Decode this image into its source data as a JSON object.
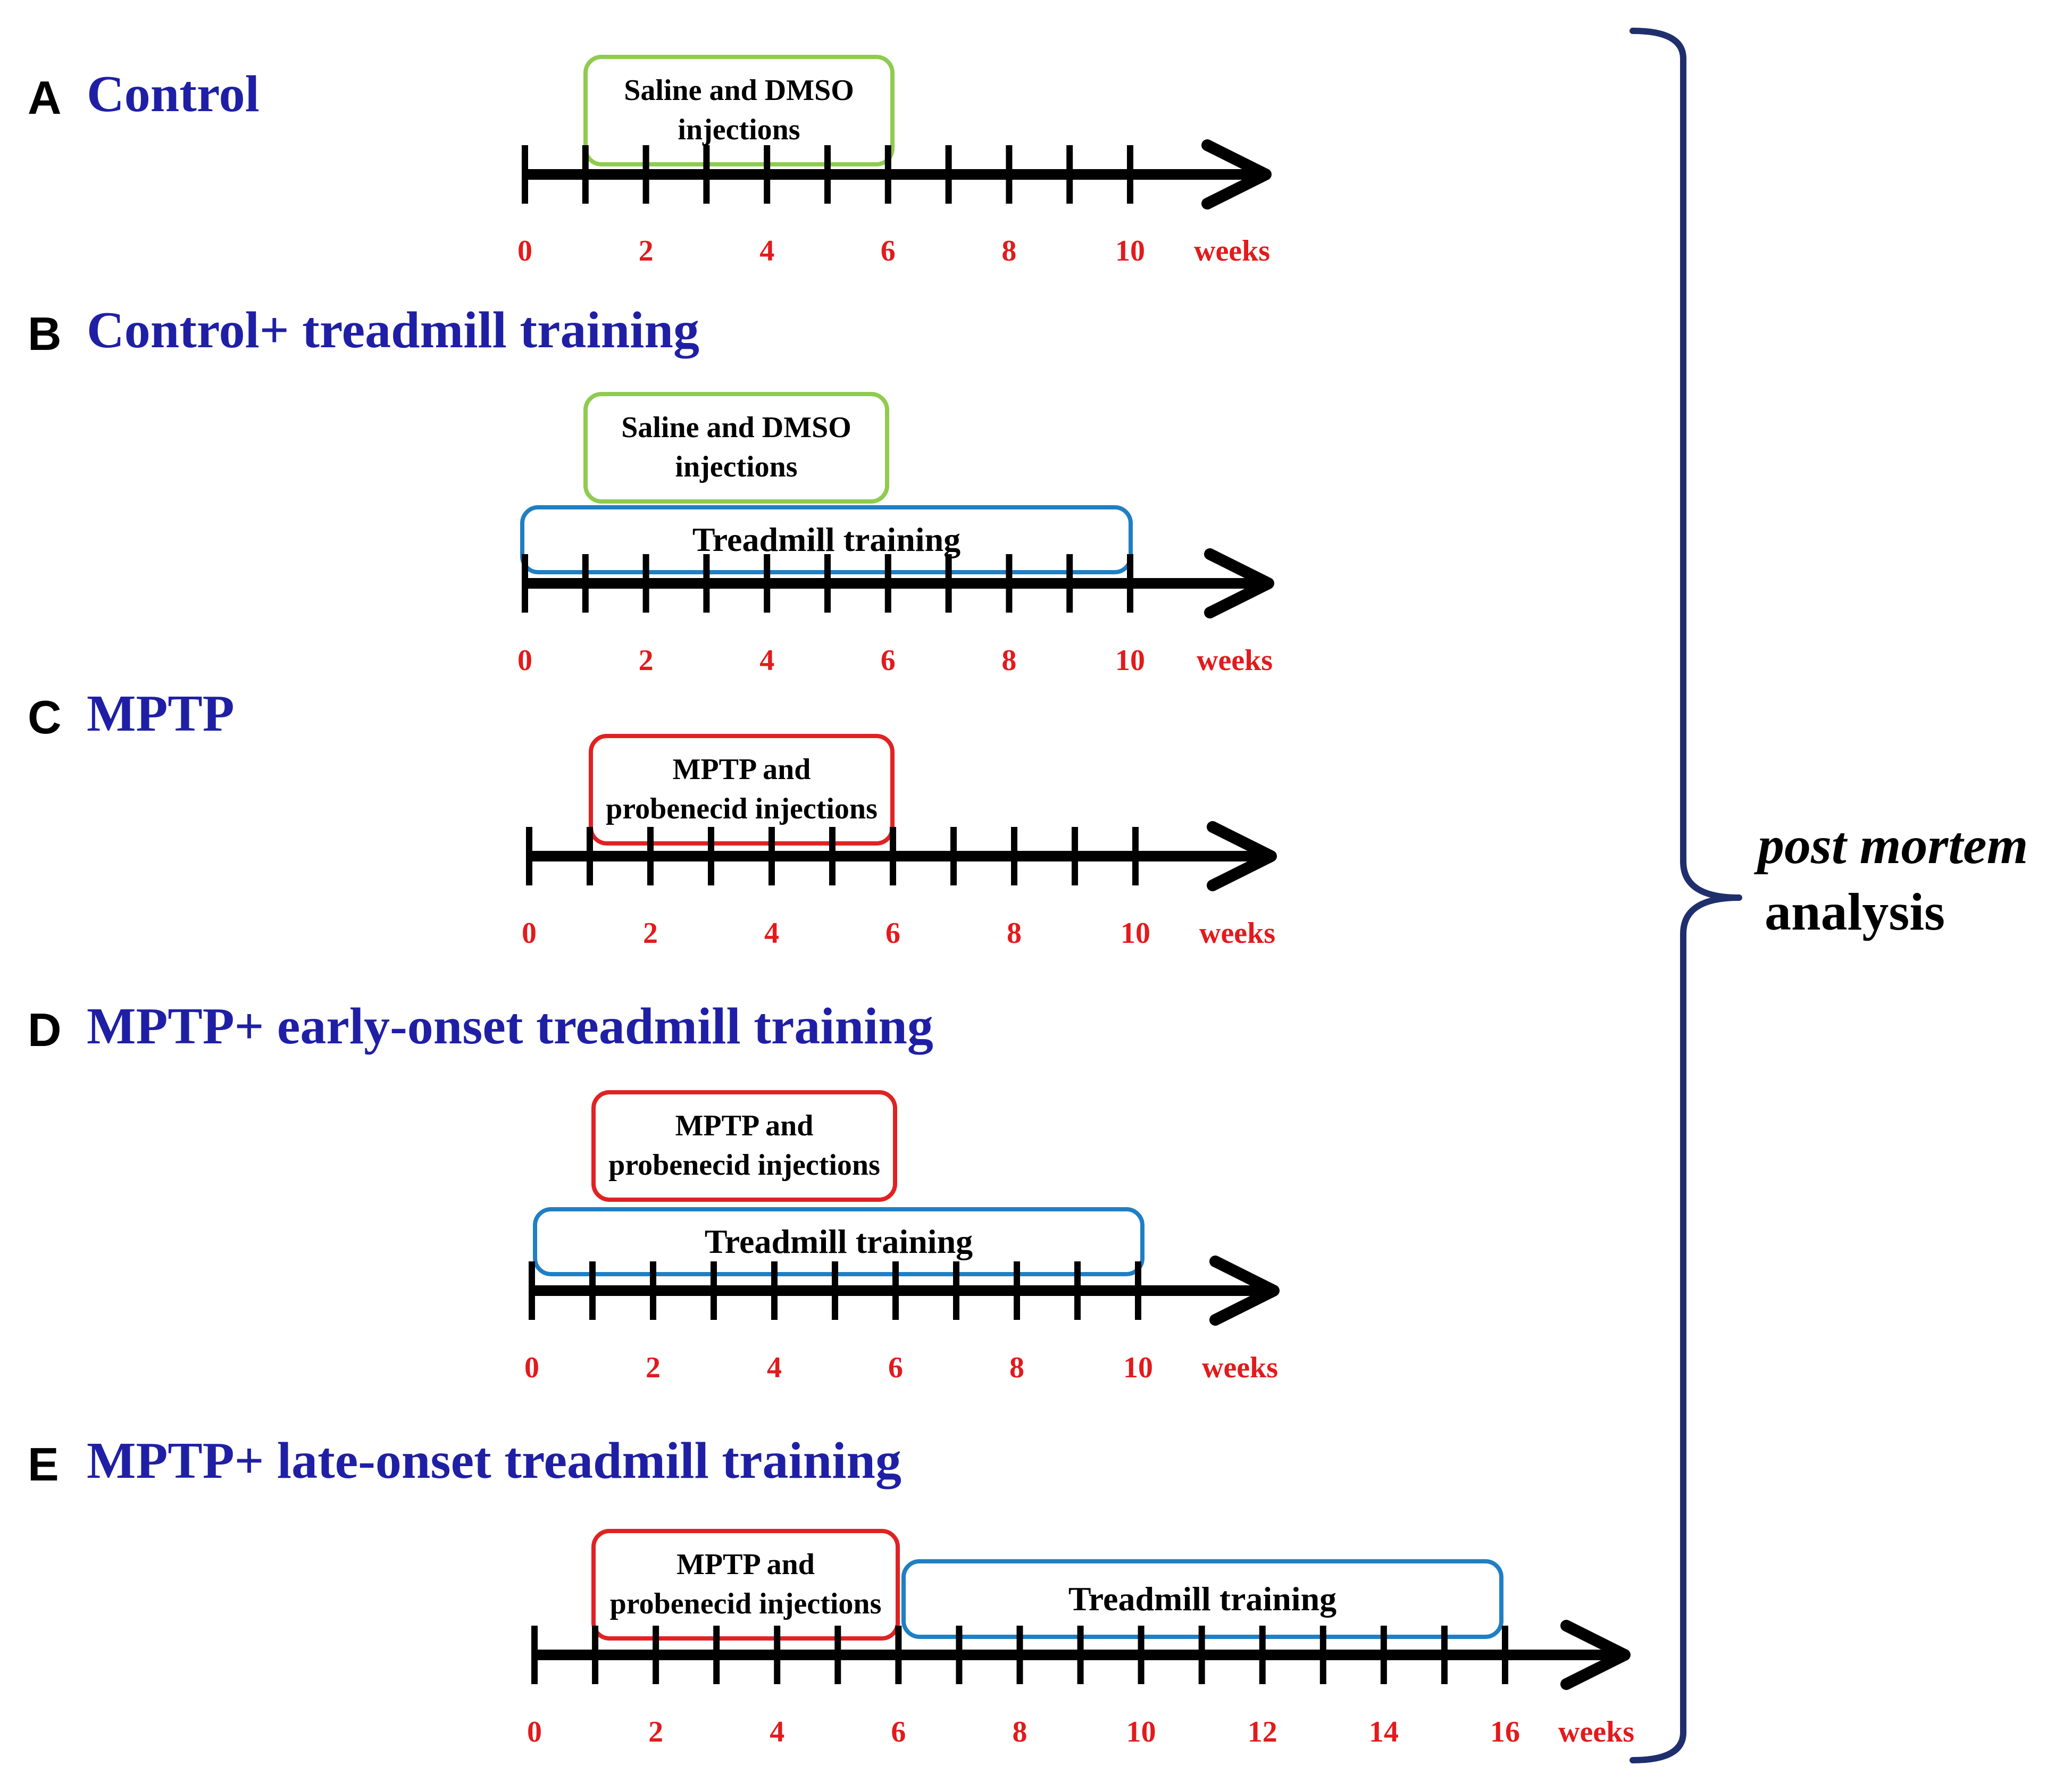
{
  "colors": {
    "title": "#1f1fa6",
    "tick_label": "#e31a1c",
    "injection_saline": "#8fcb4f",
    "injection_mptp": "#e02222",
    "treadmill": "#1f7fc4",
    "bracket": "#1f2f6e"
  },
  "panels": [
    {
      "letter": "A",
      "title": "Control",
      "boxes": [
        {
          "kind": "injection",
          "color": "green",
          "lines": [
            "Saline and DMSO",
            "injections"
          ],
          "from_week": 1,
          "to_week": 6
        }
      ],
      "axis": {
        "ticks": [
          0,
          1,
          2,
          3,
          4,
          5,
          6,
          7,
          8,
          9,
          10
        ],
        "labels": [
          "0",
          "2",
          "4",
          "6",
          "8",
          "10"
        ],
        "unit": "weeks"
      }
    },
    {
      "letter": "B",
      "title": "Control+ treadmill training",
      "boxes": [
        {
          "kind": "injection",
          "color": "green",
          "lines": [
            "Saline and DMSO",
            "injections"
          ],
          "from_week": 1,
          "to_week": 6
        },
        {
          "kind": "treadmill",
          "color": "blue",
          "lines": [
            "Treadmill training"
          ],
          "from_week": 0,
          "to_week": 10
        }
      ],
      "axis": {
        "ticks": [
          0,
          1,
          2,
          3,
          4,
          5,
          6,
          7,
          8,
          9,
          10
        ],
        "labels": [
          "0",
          "2",
          "4",
          "6",
          "8",
          "10"
        ],
        "unit": "weeks"
      }
    },
    {
      "letter": "C",
      "title": "MPTP",
      "boxes": [
        {
          "kind": "injection",
          "color": "red",
          "lines": [
            "MPTP and",
            "probenecid injections"
          ],
          "from_week": 1,
          "to_week": 6
        }
      ],
      "axis": {
        "ticks": [
          0,
          1,
          2,
          3,
          4,
          5,
          6,
          7,
          8,
          9,
          10
        ],
        "labels": [
          "0",
          "2",
          "4",
          "6",
          "8",
          "10"
        ],
        "unit": "weeks"
      }
    },
    {
      "letter": "D",
      "title": "MPTP+ early-onset treadmill training",
      "boxes": [
        {
          "kind": "injection",
          "color": "red",
          "lines": [
            "MPTP and",
            "probenecid injections"
          ],
          "from_week": 1,
          "to_week": 6
        },
        {
          "kind": "treadmill",
          "color": "blue",
          "lines": [
            "Treadmill training"
          ],
          "from_week": 0,
          "to_week": 10
        }
      ],
      "axis": {
        "ticks": [
          0,
          1,
          2,
          3,
          4,
          5,
          6,
          7,
          8,
          9,
          10
        ],
        "labels": [
          "0",
          "2",
          "4",
          "6",
          "8",
          "10"
        ],
        "unit": "weeks"
      }
    },
    {
      "letter": "E",
      "title": "MPTP+ late-onset treadmill training",
      "boxes": [
        {
          "kind": "injection",
          "color": "red",
          "lines": [
            "MPTP and",
            "probenecid injections"
          ],
          "from_week": 1,
          "to_week": 6
        },
        {
          "kind": "treadmill",
          "color": "blue",
          "lines": [
            "Treadmill training"
          ],
          "from_week": 6,
          "to_week": 16
        }
      ],
      "axis": {
        "ticks": [
          0,
          1,
          2,
          3,
          4,
          5,
          6,
          7,
          8,
          9,
          10,
          11,
          12,
          13,
          14,
          15,
          16
        ],
        "labels": [
          "0",
          "2",
          "4",
          "6",
          "8",
          "10",
          "12",
          "14",
          "16"
        ],
        "unit": "weeks"
      }
    }
  ],
  "outcome": {
    "line1": "post mortem",
    "line2": "analysis"
  }
}
